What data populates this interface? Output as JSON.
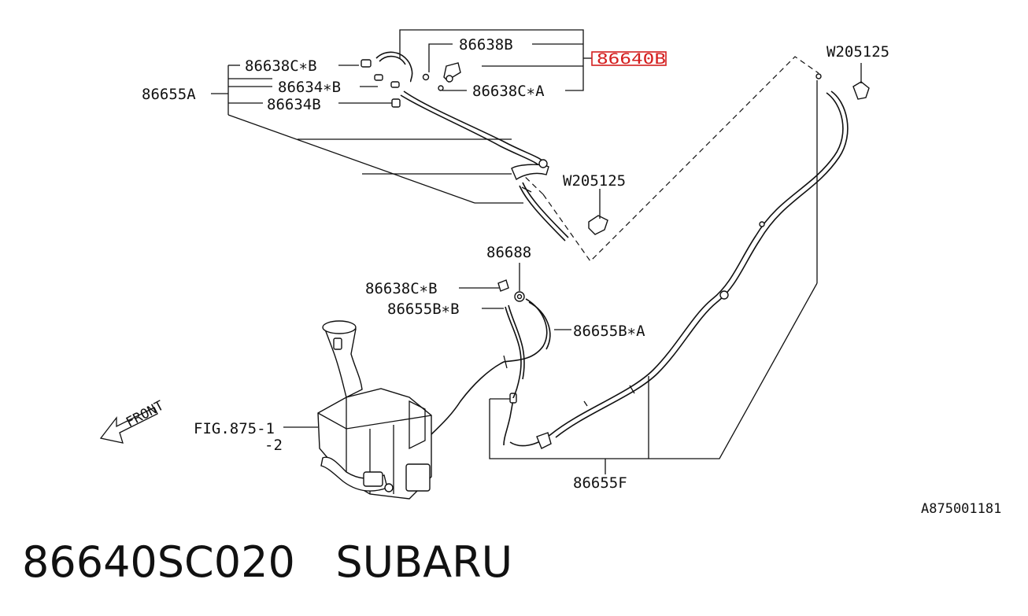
{
  "labels": {
    "l_86638B": "86638B",
    "l_86640B": "86640B",
    "l_86638CxB_top": "86638C∗B",
    "l_86634xB": "86634∗B",
    "l_86634B": "86634B",
    "l_86655A": "86655A",
    "l_86638CxA": "86638C∗A",
    "l_W205125_right": "W205125",
    "l_W205125_mid": "W205125",
    "l_86688": "86688",
    "l_86638CxB_low": "86638C∗B",
    "l_86655BxB": "86655B∗B",
    "l_86655BxA": "86655B∗A",
    "l_fig_1": "FIG.875-1",
    "l_fig_2": "-2",
    "l_front": "FRONT",
    "l_86655F": "86655F",
    "l_ref": "A875001181"
  },
  "footer": {
    "part_number": "86640SC020",
    "brand": "SUBARU"
  },
  "colors": {
    "highlight": "#d42020",
    "ink": "#111111"
  }
}
